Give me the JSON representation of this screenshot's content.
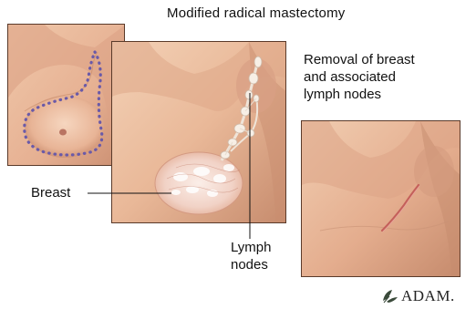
{
  "title": "Modified radical mastectomy",
  "caption": {
    "line1": "Removal of breast",
    "line2": "and associated",
    "line3": "lymph nodes"
  },
  "labels": {
    "breast": "Breast",
    "lymph_line1": "Lymph",
    "lymph_line2": "nodes"
  },
  "logo": {
    "text": "ADAM.",
    "icon": "adam-leaf-icon"
  },
  "colors": {
    "skin_light": "#f2cdb0",
    "skin_mid": "#e2a98a",
    "skin_shadow": "#b97b60",
    "incision_dots": "#6a5aa8",
    "scar": "#c4605a",
    "tissue": "#f6e3dc"
  }
}
